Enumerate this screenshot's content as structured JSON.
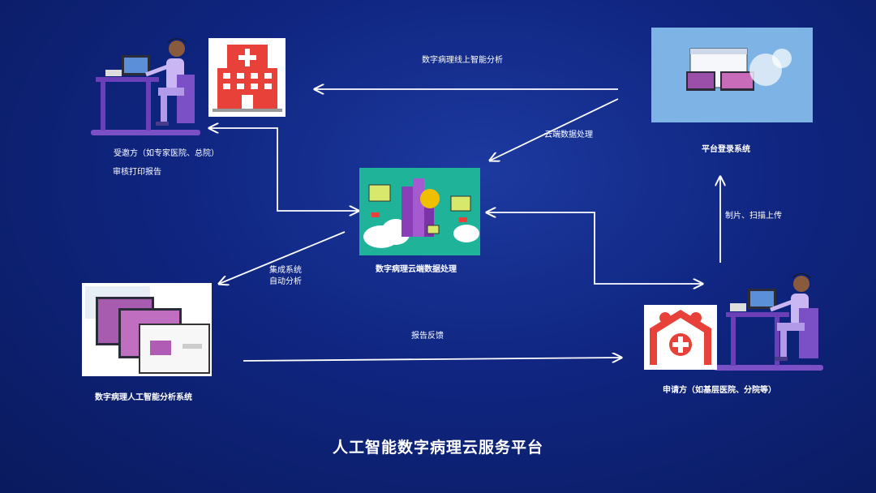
{
  "title": "人工智能数字病理云服务平台",
  "nodes": {
    "receiver": {
      "label": "受邀方（如专家医院、总院）",
      "sub": "审核打印报告"
    },
    "platform_login": {
      "label": "平台登录系统"
    },
    "cloud": {
      "label": "数字病理云端数据处理"
    },
    "ai_system": {
      "label": "数字病理人工智能分析系统"
    },
    "applicant": {
      "label": "申请方（如基层医院、分院等）"
    }
  },
  "edges": {
    "online_analysis": "数字病理线上智能分析",
    "cloud_processing": "云端数据处理",
    "upload": "制片、扫描上传",
    "integrate_line1": "集成系统",
    "integrate_line2": "自动分析",
    "feedback": "报告反馈"
  },
  "colors": {
    "background": "#0f2580",
    "hospital_red": "#e8413a",
    "cloud_teal": "#1fb39a",
    "figure_purple": "#7b4fc6",
    "arrow": "#ffffff"
  }
}
